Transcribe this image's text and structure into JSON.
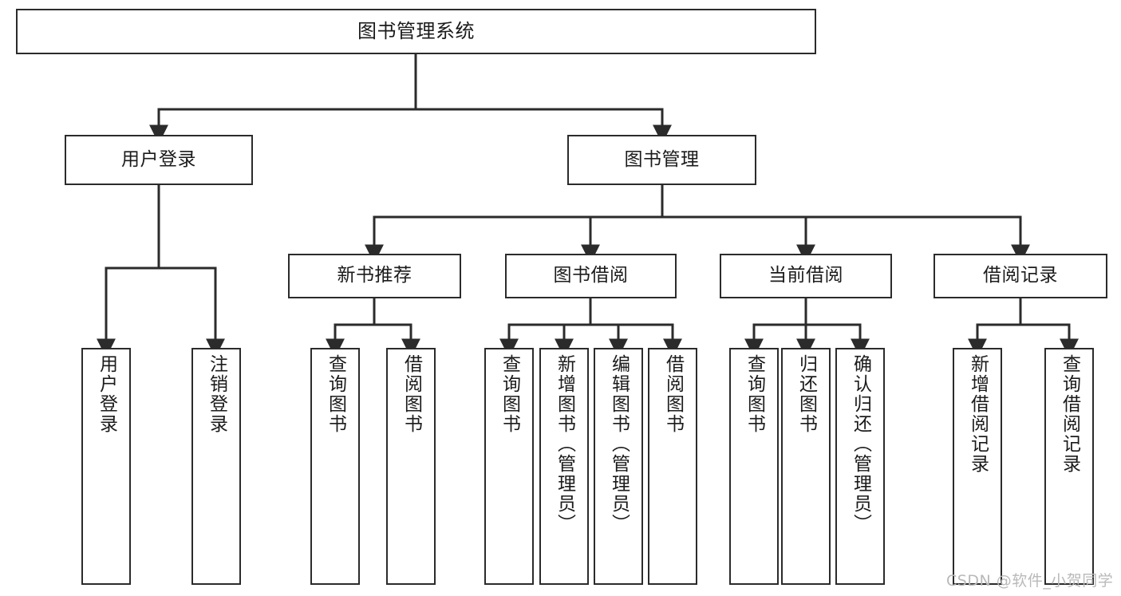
{
  "diagram": {
    "title": "图书管理系统",
    "type": "hierarchy-tree",
    "watermark": "CSDN @软件_小贺同学",
    "colors": {
      "line": "#2b2b2b",
      "box_border": "#2b2b2b",
      "box_fill": "#ffffff",
      "text": "#1b1b1b",
      "watermark": "#b9b9b9"
    },
    "nodes": {
      "root": {
        "label": "图书管理系统"
      },
      "level2": [
        {
          "label": "用户登录"
        },
        {
          "label": "图书管理"
        }
      ],
      "level3": [
        {
          "label": "新书推荐"
        },
        {
          "label": "图书借阅"
        },
        {
          "label": "当前借阅"
        },
        {
          "label": "借阅记录"
        }
      ],
      "leaves": {
        "user_login": [
          {
            "label": "用户登录"
          },
          {
            "label": "注销登录"
          }
        ],
        "new_book": [
          {
            "label": "查询图书"
          },
          {
            "label": "借阅图书"
          }
        ],
        "book_borrow": [
          {
            "label": "查询图书"
          },
          {
            "label": "新增图书（管理员）"
          },
          {
            "label": "编辑图书（管理员）"
          },
          {
            "label": "借阅图书"
          }
        ],
        "current_borrow": [
          {
            "label": "查询图书"
          },
          {
            "label": "归还图书"
          },
          {
            "label": "确认归还（管理员）"
          }
        ],
        "borrow_record": [
          {
            "label": "新增借阅记录"
          },
          {
            "label": "查询借阅记录"
          }
        ]
      }
    }
  }
}
